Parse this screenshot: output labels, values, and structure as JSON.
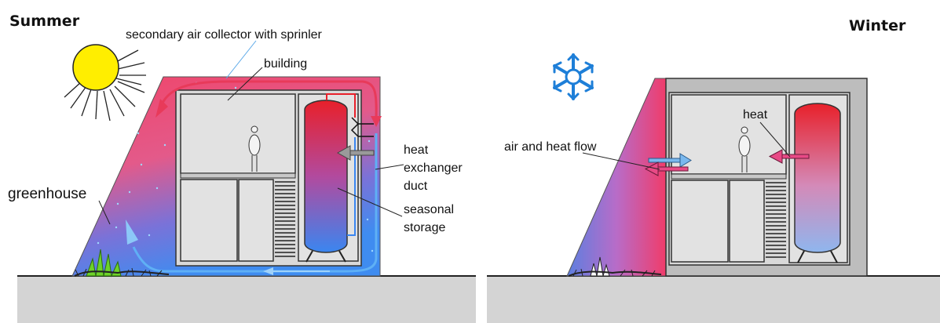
{
  "panels": {
    "summer": {
      "title": "Summer",
      "labels": {
        "secondary_collector": "secondary air collector with sprinler",
        "building": "building",
        "heat_exchanger_1": "heat",
        "heat_exchanger_2": "exchanger",
        "heat_exchanger_3": "duct",
        "greenhouse": "greenhouse",
        "storage_1": "seasonal",
        "storage_2": "storage"
      }
    },
    "winter": {
      "title": "Winter",
      "labels": {
        "heat": "heat",
        "air_heat_flow": "air and heat flow"
      }
    }
  },
  "colors": {
    "greenhouse_warm": "#f0456a",
    "greenhouse_cool": "#3f8cf0",
    "storage_hot": "#e8202a",
    "storage_cold": "#3a86f0",
    "ground": "#d4d4d4",
    "building_wall": "#c0c0c0",
    "room": "#e4e4e4",
    "sun": "#ffee00",
    "snowflake": "#1e7fd8"
  }
}
